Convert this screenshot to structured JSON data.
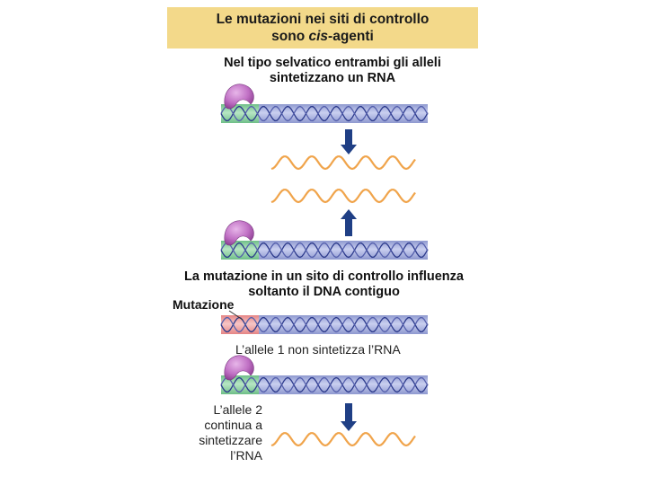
{
  "title": {
    "line1": "Le mutazioni nei siti di controllo",
    "line2_prefix": "sono ",
    "line2_italic": "cis",
    "line2_suffix": "-agenti"
  },
  "panel1": {
    "line1": "Nel tipo selvatico entrambi gli alleli",
    "line2": "sintetizzano un RNA"
  },
  "panel2": {
    "line1": "La mutazione in un sito di controllo influenza",
    "line2": "soltanto il DNA contiguo",
    "mutation_label": "Mutazione",
    "allele1_text": "L’allele 1 non sintetizza l’RNA",
    "allele2_lines": [
      "L’allele 2",
      "continua a",
      "sintetizzare",
      "l’RNA"
    ]
  },
  "colors": {
    "banner": "#f3d98a",
    "dna": "#aeb6e2",
    "control_site": "#8fd0a3",
    "mutated_site": "#f1a3a3",
    "protein": "#c070c4",
    "rna": "#f0a44b",
    "arrow": "#1f3f85"
  }
}
